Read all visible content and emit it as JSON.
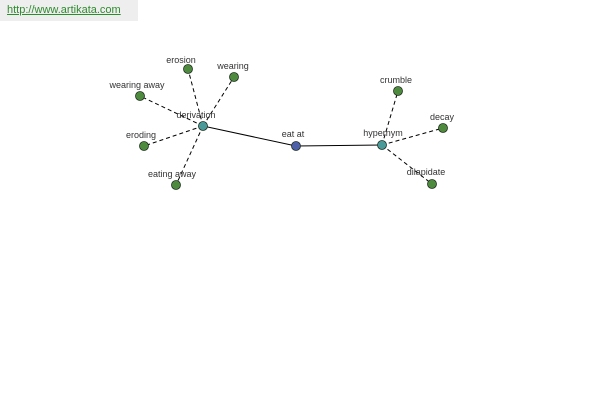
{
  "header": {
    "url": "http://www.artikata.com"
  },
  "colors": {
    "banner_bg": "#eeeeee",
    "url_text": "#2e8b2e",
    "label_text": "#333333",
    "edge": "#000000",
    "center_node": "#4d5fa8",
    "relation_node": "#4a9a9a",
    "word_node": "#4e8b3e",
    "node_stroke": "#1f2f1f"
  },
  "graph": {
    "center": {
      "label": "eat at"
    },
    "relations": [
      {
        "label": "derivation",
        "words": [
          "erosion",
          "wearing",
          "wearing away",
          "eroding",
          "eating away"
        ]
      },
      {
        "label": "hypernym",
        "words": [
          "crumble",
          "decay",
          "dilapidate"
        ]
      }
    ]
  }
}
